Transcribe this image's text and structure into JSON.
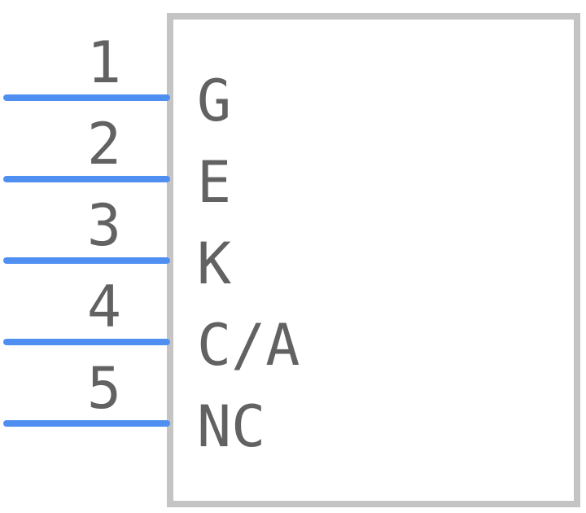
{
  "colors": {
    "pin_line": "#4f8ff2",
    "body_outline": "#c4c4c4",
    "text": "#626262",
    "background": "#ffffff"
  },
  "pins": [
    {
      "number": "1",
      "name": "G"
    },
    {
      "number": "2",
      "name": "E"
    },
    {
      "number": "3",
      "name": "K"
    },
    {
      "number": "4",
      "name": "C/A"
    },
    {
      "number": "5",
      "name": "NC"
    }
  ]
}
